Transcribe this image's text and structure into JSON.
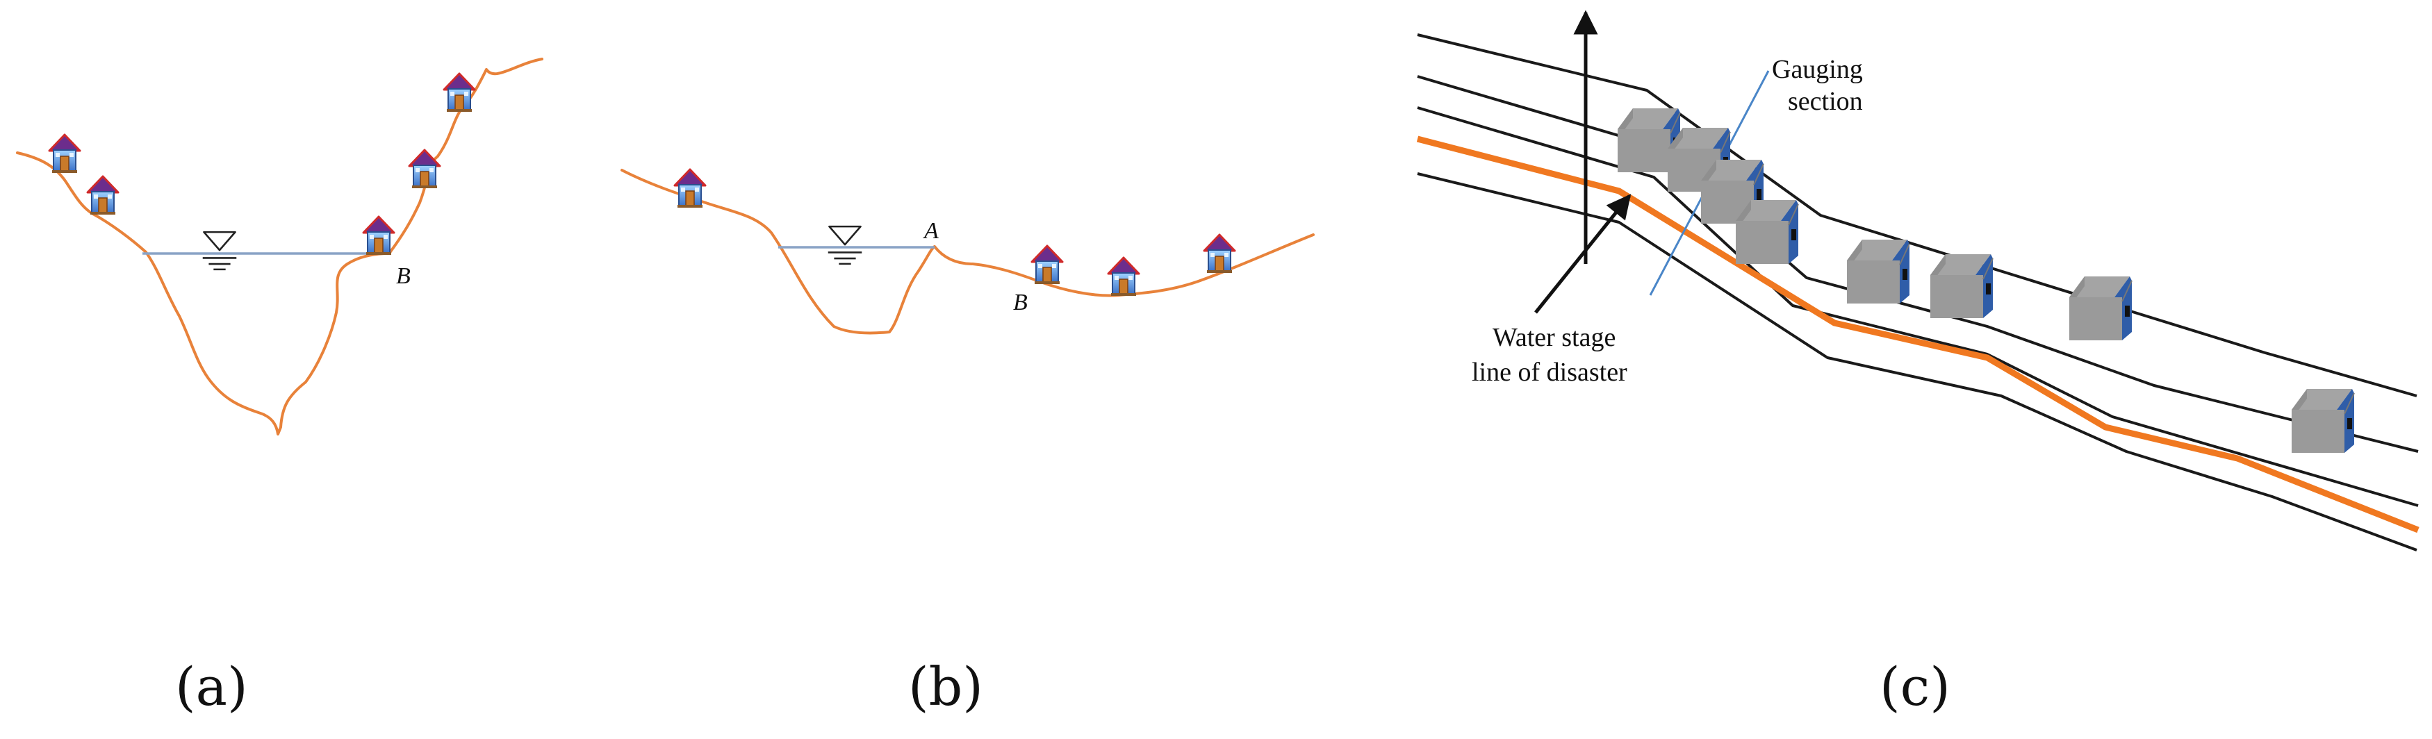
{
  "panels": [
    {
      "caption": "(a)",
      "point_b": "B"
    },
    {
      "caption": "(b)",
      "point_a": "A",
      "point_b": "B"
    },
    {
      "caption": "(c)",
      "gauging_line1": "Gauging",
      "gauging_line2": "section",
      "water_line1": "Water stage",
      "water_line2": "line  of disaster"
    }
  ],
  "colors": {
    "terrain": "#e8823a",
    "water_surface": "#8aa3c6",
    "profile_lines": "#1a1a1a",
    "disaster_line": "#f07820",
    "house_roof_3d": "#9a9a9a",
    "house_wall_3d": "#2f5da8"
  },
  "icons": [
    "house-icon",
    "water-level-symbol",
    "house-3d-icon",
    "up-arrow",
    "pointer-arrow"
  ]
}
